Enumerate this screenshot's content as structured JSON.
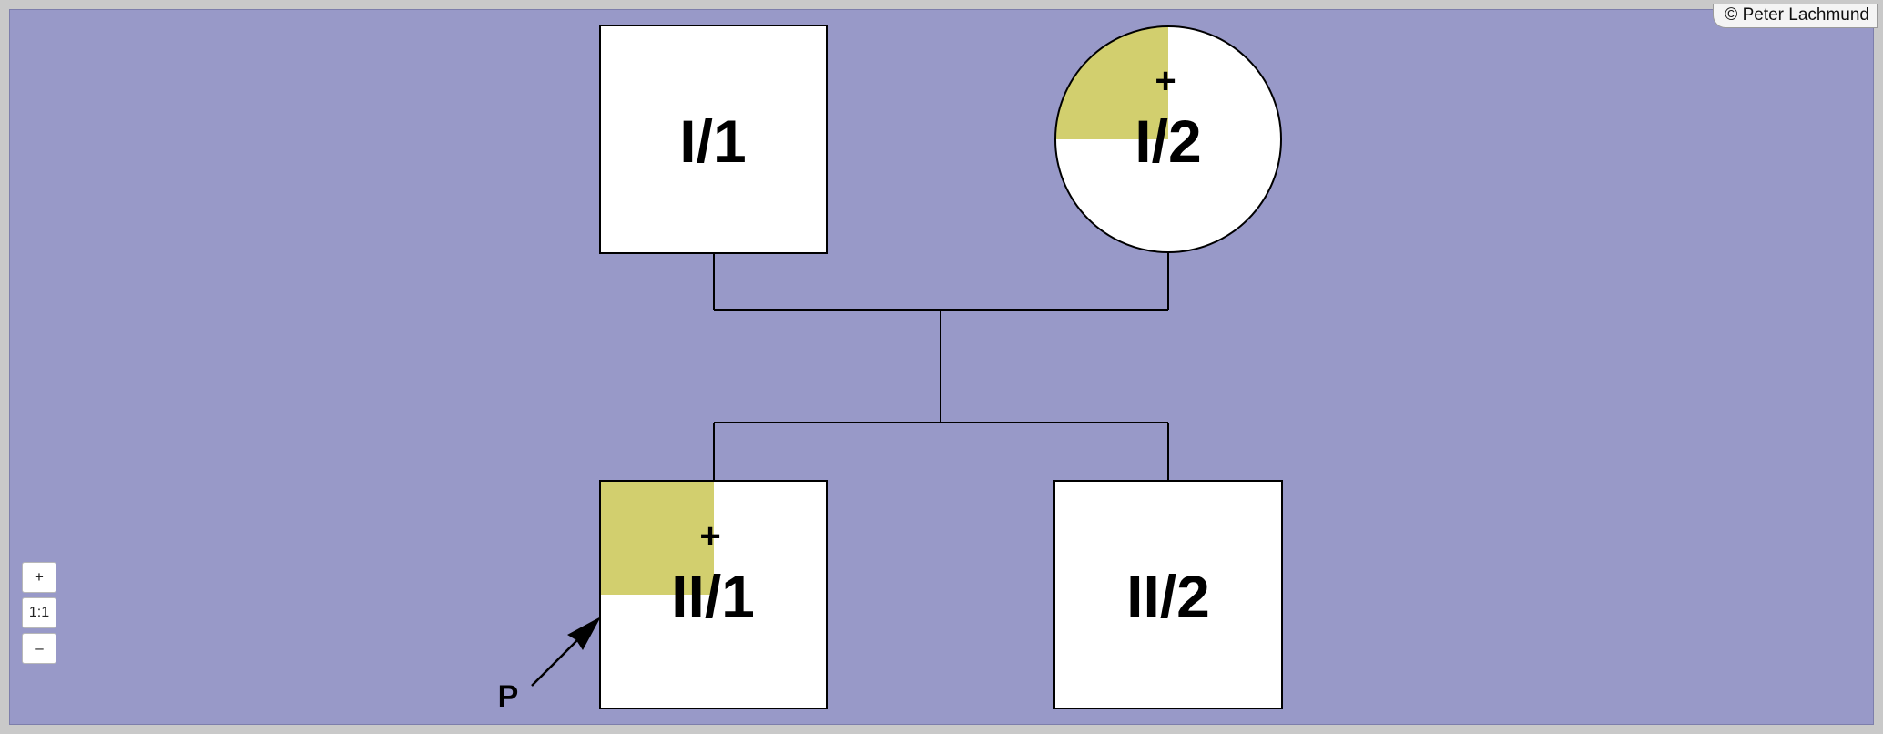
{
  "copyright": "© Peter Lachmund",
  "zoom": {
    "zoom_in_label": "+",
    "reset_label": "1:1",
    "zoom_out_label": "–"
  },
  "colors": {
    "background": "#9899c8",
    "affected_fill": "#d2cf6e",
    "symbol_fill": "#ffffff",
    "line": "#000000"
  },
  "individuals": [
    {
      "id": "I/1",
      "label": "I/1",
      "sex": "male",
      "affected_quadrant": false,
      "mark": ""
    },
    {
      "id": "I/2",
      "label": "I/2",
      "sex": "female",
      "affected_quadrant": true,
      "mark": "+"
    },
    {
      "id": "II/1",
      "label": "II/1",
      "sex": "male",
      "affected_quadrant": true,
      "mark": "+",
      "proband": true
    },
    {
      "id": "II/2",
      "label": "II/2",
      "sex": "male",
      "affected_quadrant": false,
      "mark": ""
    }
  ],
  "proband_label": "P"
}
